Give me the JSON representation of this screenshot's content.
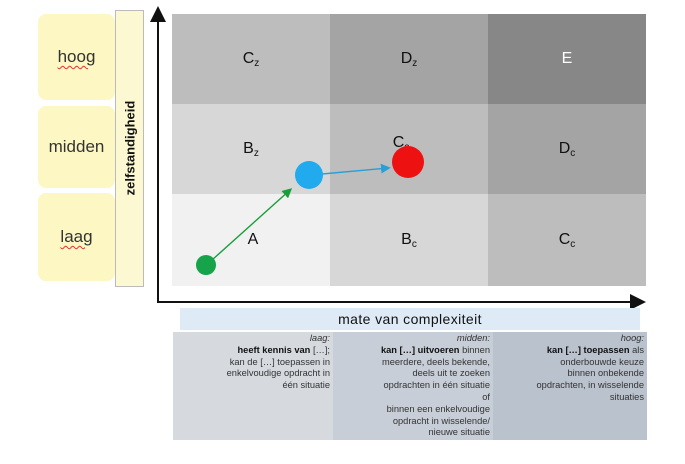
{
  "levels": {
    "high": "hoog",
    "mid": "midden",
    "low": "laag"
  },
  "y_axis_label": "zelfstandigheid",
  "x_axis_label": "mate van complexiteit",
  "grid": {
    "row_top": [
      {
        "main": "C",
        "sub": "z"
      },
      {
        "main": "D",
        "sub": "z"
      },
      {
        "main": "E",
        "sub": ""
      }
    ],
    "row_middle": [
      {
        "main": "B",
        "sub": "z"
      },
      {
        "main": "C",
        "sub": "c"
      },
      {
        "main": "D",
        "sub": "c"
      }
    ],
    "row_bottom": [
      {
        "main": "A",
        "sub": ""
      },
      {
        "main": "B",
        "sub": "c"
      },
      {
        "main": "C",
        "sub": "c"
      }
    ]
  },
  "colors": {
    "green_dot": "#16a34a",
    "blue_dot": "#22aaee",
    "red_dot": "#ee1111",
    "arrow_green": "#1a9e3a",
    "arrow_blue": "#2a9fd6"
  },
  "descriptions": {
    "low": {
      "header": "laag:",
      "bold": "heeft kennis van",
      "text1": " […];",
      "text2": "kan de […] toepassen in",
      "text3": "enkelvoudige opdracht in",
      "text4": "één situatie"
    },
    "mid": {
      "header": "midden:",
      "bold": "kan […] uitvoeren",
      "text1": " binnen",
      "text2": "meerdere, deels bekende,",
      "text3": "deels uit te zoeken",
      "text4": "opdrachten in één situatie",
      "text5": "of",
      "text6": "binnen een enkelvoudige",
      "text7": "opdracht in wisselende/",
      "text8": "nieuwe situatie"
    },
    "high": {
      "header": "hoog:",
      "bold": "kan […] toepassen",
      "text1": " als",
      "text2": "onderbouwde keuze",
      "text3": "binnen onbekende",
      "text4": "opdrachten, in wisselende",
      "text5": "situaties"
    }
  }
}
